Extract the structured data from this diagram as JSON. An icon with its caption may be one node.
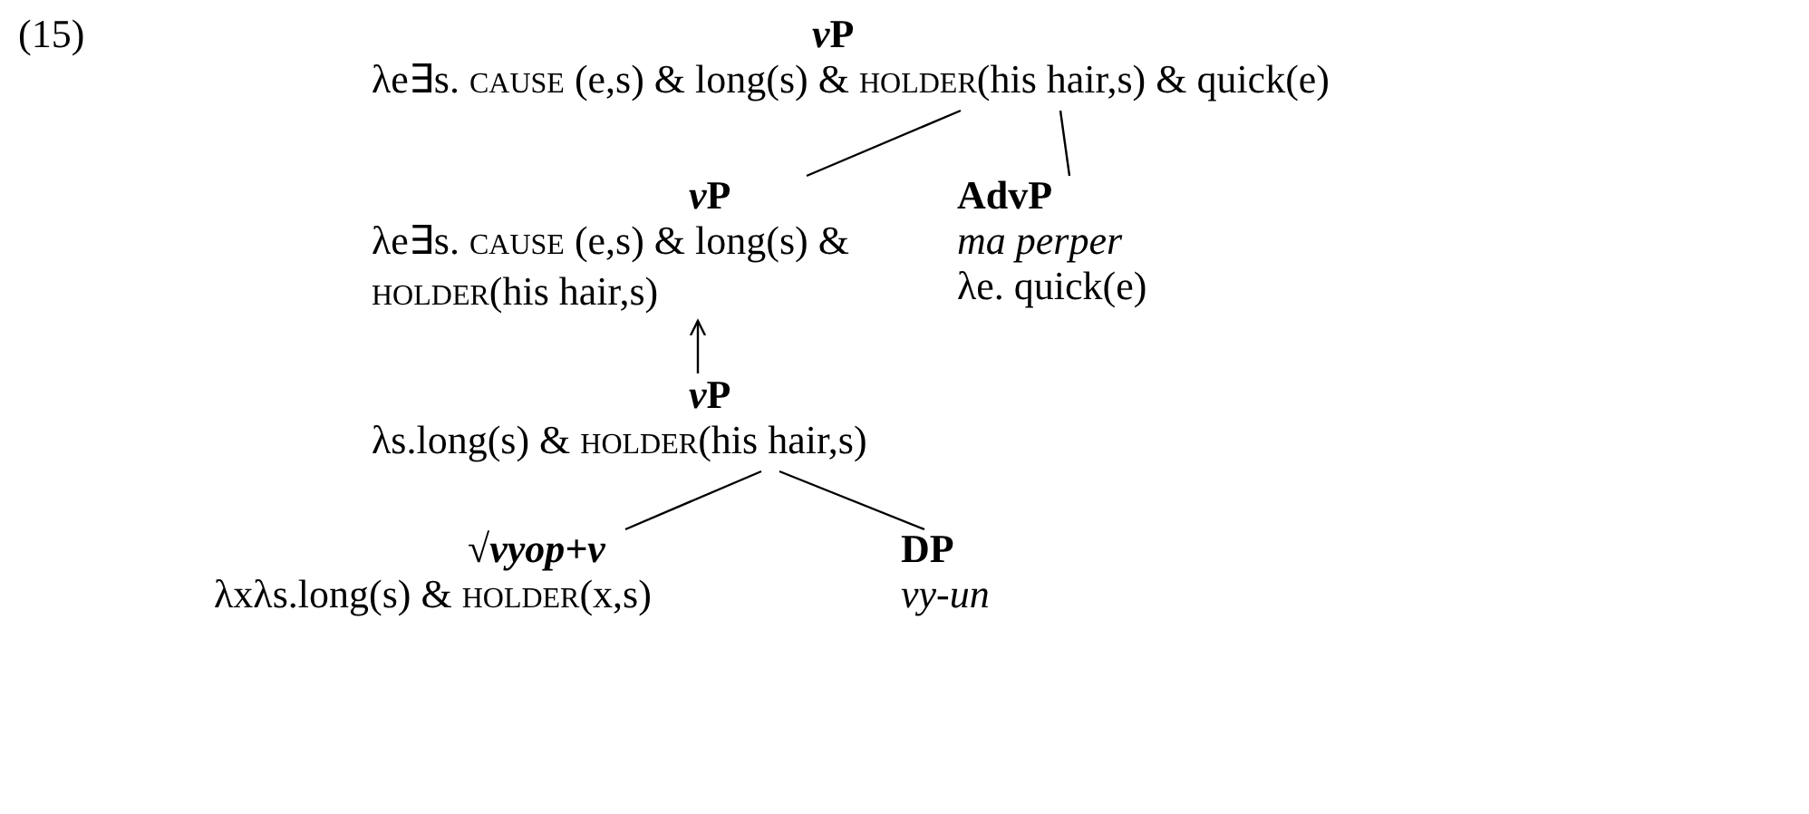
{
  "diagram": {
    "nodes": [
      {
        "text": [
          "vP",
          "λe∃s. CAUSE (e,s) & long(s) & HOLDER(his hair,s) & quick(e)"
        ]
      },
      {
        "text": [
          "vP",
          "λe∃s. CAUSE (e,s) & long(s) & HOLDER(his hair,s)"
        ]
      },
      {
        "text": [
          "AdvP",
          "ma perper",
          "λe. quick(e)"
        ]
      },
      {
        "text": [
          "vP",
          "λs.long(s) & HOLDER(his hair,s)"
        ]
      },
      {
        "text": [
          "√vyop+v",
          "λxλs.long(s) & HOLDER(x,s)"
        ]
      },
      {
        "text": [
          "DP",
          "vy-un"
        ]
      }
    ],
    "edges": [
      {
        "from": 0,
        "to": 1,
        "arrow": "none"
      },
      {
        "from": 0,
        "to": 2,
        "arrow": "none"
      },
      {
        "from": 3,
        "to": 1,
        "arrow": "to"
      },
      {
        "from": 3,
        "to": 4,
        "arrow": "none"
      },
      {
        "from": 3,
        "to": 5,
        "arrow": "none"
      }
    ],
    "labels": [
      "(15)"
    ]
  }
}
